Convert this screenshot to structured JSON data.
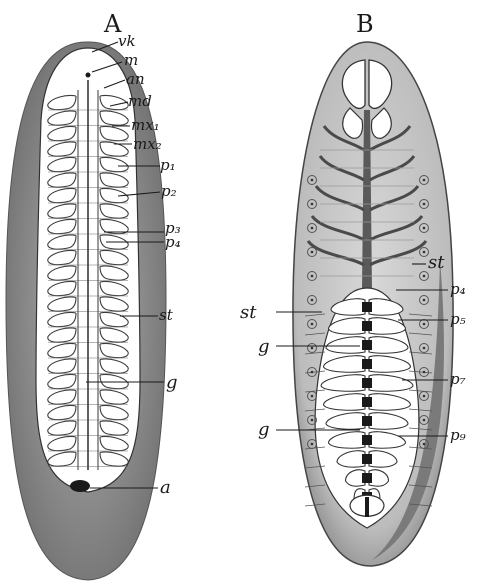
{
  "panels": [
    {
      "id": "A",
      "title": "A",
      "labels": [
        "vk",
        "m",
        "an",
        "md",
        "mx₁",
        "mx₂",
        "p₁",
        "p₂",
        "p₃",
        "p₄",
        "st",
        "g",
        "a"
      ]
    },
    {
      "id": "B",
      "title": "B",
      "labels": [
        "st",
        "p₄",
        "st",
        "p₅",
        "g",
        "p₇",
        "g",
        "p₉"
      ]
    }
  ],
  "colors": {
    "ink": "#1a1a1a",
    "outer_shell": "#8f8f8f",
    "yolk": "#d9d9d9",
    "germ_band": "#ffffff"
  }
}
